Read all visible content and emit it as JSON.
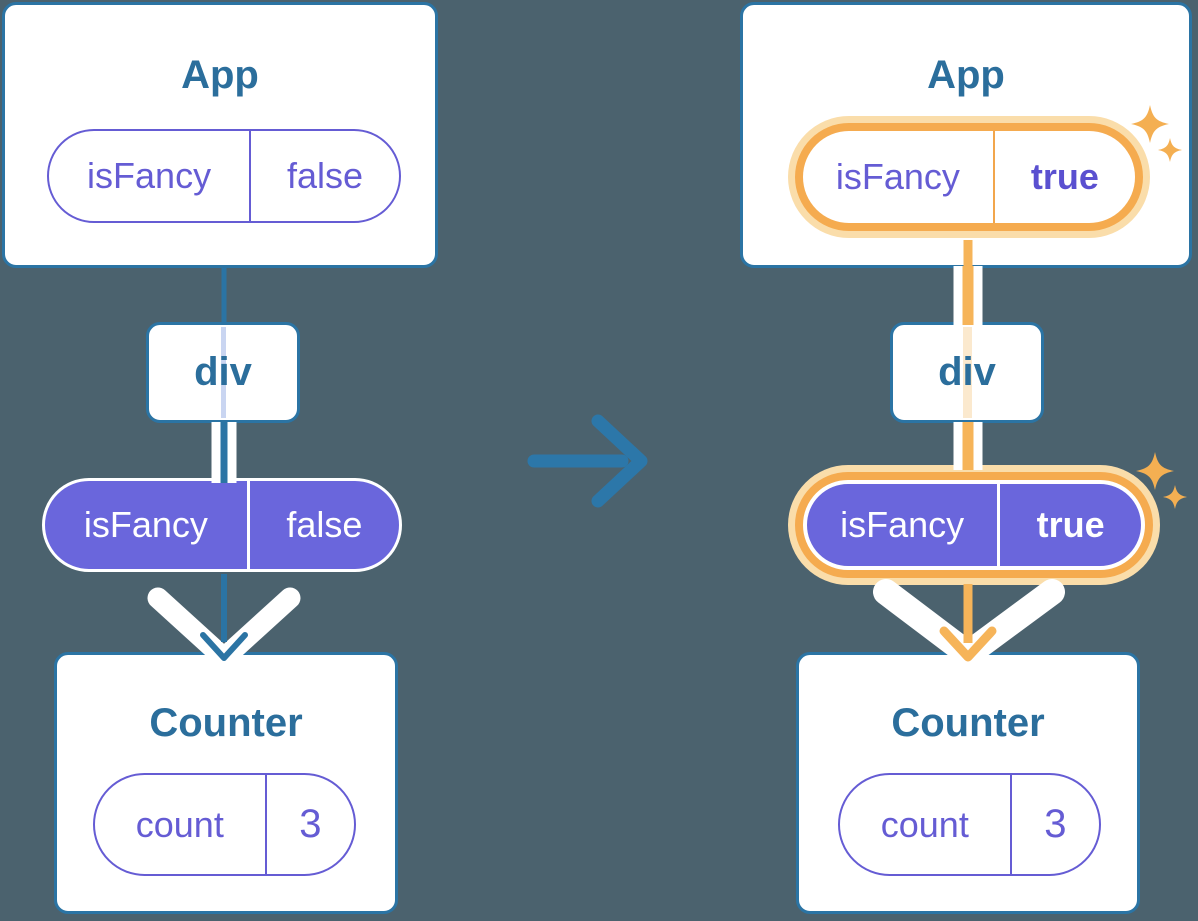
{
  "colors": {
    "background": "#4B626E",
    "card_fill": "#FFFFFF",
    "card_border_teal": "#2B74A4",
    "heading_text_teal": "#2B6E9C",
    "purple_outline_text": "#655CD4",
    "purple_pill_fill": "#6A66DC",
    "bold_true_purple": "#5A50D0",
    "highlight_orange": "#F5AB4F",
    "highlight_orange_light": "#FADDAA",
    "orange_flow_line": "#F6B459",
    "faint_line_blue": "#C9D5F1",
    "faint_line_cream": "#FBE9CE",
    "transition_arrow_blue": "#2C77A9",
    "white_flow": "#FFFFFF"
  },
  "icons": {
    "transition_arrow": "right-arrow",
    "sparkle": "four-point-sparkle",
    "down_chevron": "white-double-chevron",
    "down_arrow": "down-arrow"
  },
  "before": {
    "app": {
      "title": "App",
      "state": {
        "name": "isFancy",
        "value": "false"
      }
    },
    "div": {
      "label": "div"
    },
    "prop": {
      "name": "isFancy",
      "value": "false"
    },
    "counter": {
      "title": "Counter",
      "state": {
        "name": "count",
        "value": "3"
      }
    }
  },
  "after": {
    "app": {
      "title": "App",
      "state": {
        "name": "isFancy",
        "value": "true"
      }
    },
    "div": {
      "label": "div"
    },
    "prop": {
      "name": "isFancy",
      "value": "true"
    },
    "counter": {
      "title": "Counter",
      "state": {
        "name": "count",
        "value": "3"
      }
    }
  }
}
